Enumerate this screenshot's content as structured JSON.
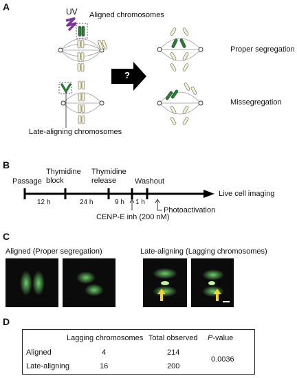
{
  "panelA": {
    "letter": "A",
    "uv_label": "UV",
    "aligned_label": "Aligned chromosomes",
    "late_label": "Late-aligning chromosomes",
    "question": "?",
    "proper_label": "Proper segregation",
    "misseg_label": "Missegregation"
  },
  "panelB": {
    "letter": "B",
    "steps": [
      "Passage",
      "Thymidine\nblock",
      "Thymidine\nrelease",
      "Washout"
    ],
    "intervals": [
      "12 h",
      "24 h",
      "9 h",
      "1 h"
    ],
    "end_label": "Live cell imaging",
    "cenpe_label": "CENP-E inh (200 nM)",
    "photo_label": "Photoactivation"
  },
  "panelC": {
    "letter": "C",
    "aligned_title": "Aligned (Proper segregation)",
    "late_title": "Late-aligning (Lagging chromosomes)"
  },
  "panelD": {
    "letter": "D",
    "headers": [
      "Lagging chromosomes",
      "Total observed",
      "P-value"
    ],
    "rows": [
      {
        "name": "Aligned",
        "lagging": "4",
        "total": "214"
      },
      {
        "name": "Late-aligning",
        "lagging": "16",
        "total": "200"
      }
    ],
    "pvalue": "0.0036"
  },
  "colors": {
    "green": "#2f7a3a",
    "cream": "#f6f3cf",
    "arrow_yellow": "#f2d230",
    "uv_purple": "#7a3a9a"
  }
}
